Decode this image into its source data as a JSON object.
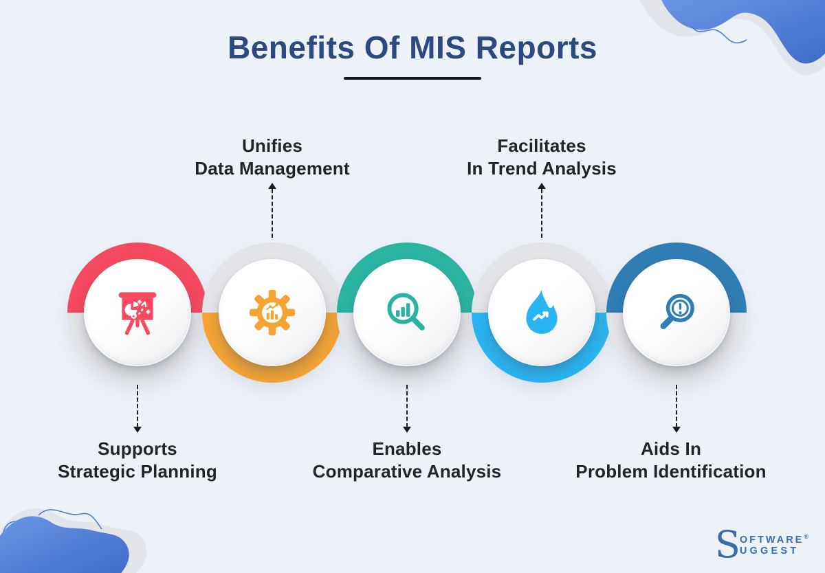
{
  "title": {
    "text": "Benefits Of MIS Reports",
    "color": "#2C4A7E"
  },
  "benefits": [
    {
      "line1": "Supports",
      "line2": "Strategic Planning",
      "color": "#F4495E",
      "label_position": "below",
      "icon": "strategy-board-icon"
    },
    {
      "line1": "Unifies",
      "line2": "Data Management",
      "color": "#F5A433",
      "label_position": "above",
      "icon": "gear-chart-icon"
    },
    {
      "line1": "Enables",
      "line2": "Comparative Analysis",
      "color": "#2BB3A2",
      "label_position": "below",
      "icon": "magnifier-chart-icon"
    },
    {
      "line1": "Facilitates",
      "line2": "In Trend Analysis",
      "color": "#29B5F1",
      "label_position": "above",
      "icon": "flame-trend-icon"
    },
    {
      "line1": "Aids In",
      "line2": "Problem Identification",
      "color": "#2F7DB4",
      "label_position": "below",
      "icon": "magnifier-alert-icon"
    }
  ],
  "logo": {
    "s": "S",
    "line1": "OFTWARE",
    "registered": "®",
    "line2": "UGGEST",
    "color": "#3A6CA6"
  },
  "colors": {
    "background": "#EDF2F9",
    "ring_gray": "#E3E4E8",
    "label_text": "#242424",
    "connector": "#1D1D1D",
    "underline": "#14141E",
    "wave_blue_light": "#6A96E4",
    "wave_blue_dark": "#3E6CC8",
    "wave_gray": "#E3E5EA"
  }
}
